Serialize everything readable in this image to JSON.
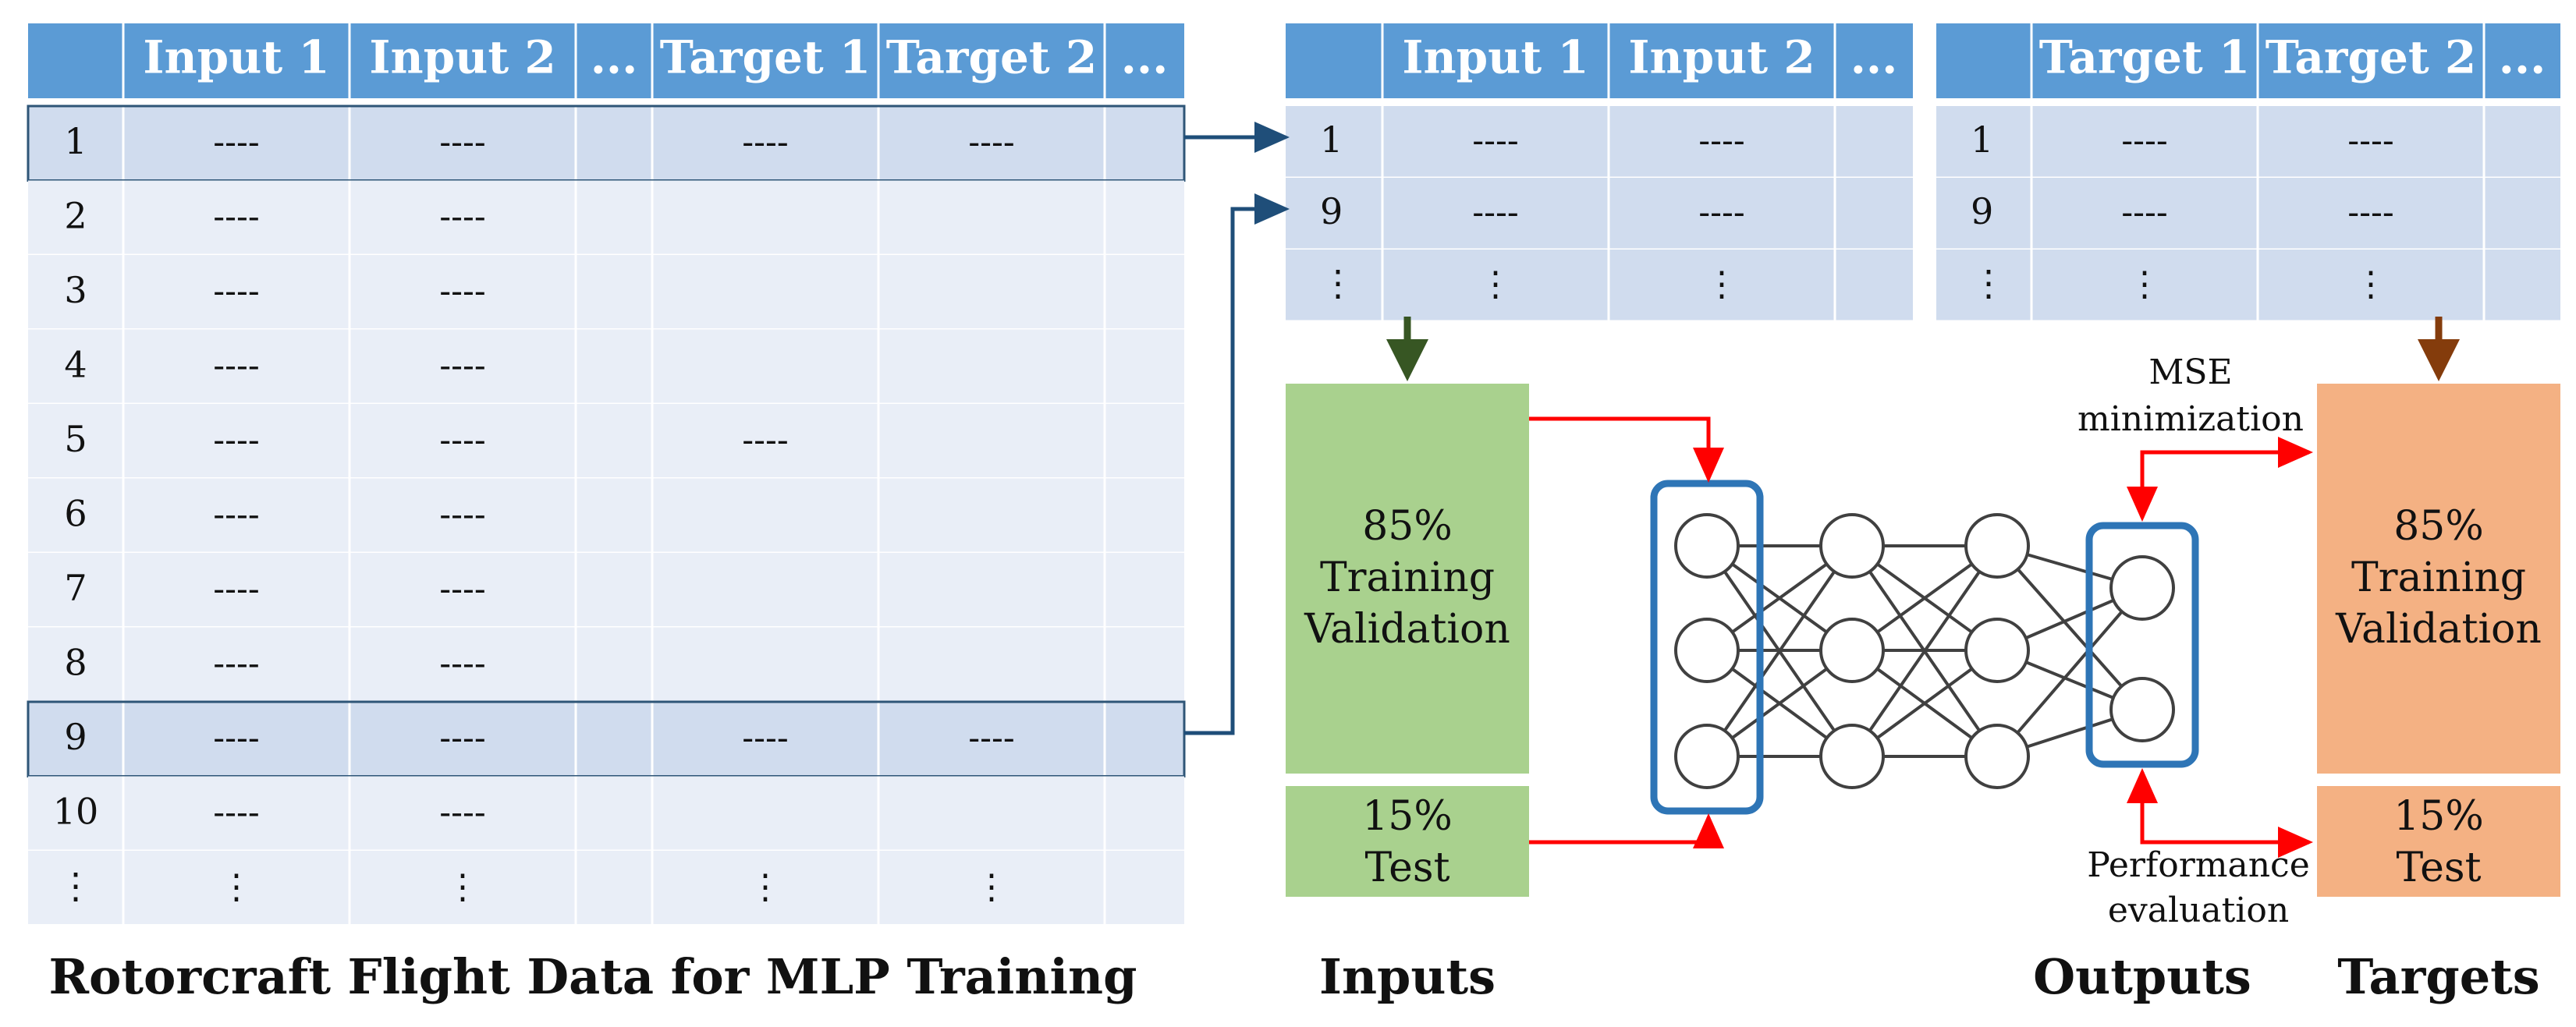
{
  "main_table": {
    "headers": [
      "",
      "Input 1",
      "Input 2",
      "...",
      "Target 1",
      "Target 2",
      "..."
    ],
    "rows": [
      [
        "1",
        "----",
        "----",
        "",
        "----",
        "----",
        ""
      ],
      [
        "2",
        "----",
        "----",
        "",
        "",
        "",
        ""
      ],
      [
        "3",
        "----",
        "----",
        "",
        "",
        "",
        ""
      ],
      [
        "4",
        "----",
        "----",
        "",
        "",
        "",
        ""
      ],
      [
        "5",
        "----",
        "----",
        "",
        "----",
        "",
        ""
      ],
      [
        "6",
        "----",
        "----",
        "",
        "",
        "",
        ""
      ],
      [
        "7",
        "----",
        "----",
        "",
        "",
        "",
        ""
      ],
      [
        "8",
        "----",
        "----",
        "",
        "",
        "",
        ""
      ],
      [
        "9",
        "----",
        "----",
        "",
        "----",
        "----",
        ""
      ],
      [
        "10",
        "----",
        "----",
        "",
        "",
        "",
        ""
      ],
      [
        "⋮",
        "⋮",
        "⋮",
        "",
        "⋮",
        "⋮",
        ""
      ]
    ],
    "highlighted_rows": [
      0,
      8
    ],
    "caption": "Rotorcraft Flight Data for MLP Training"
  },
  "inputs_table": {
    "headers": [
      "",
      "Input 1",
      "Input 2",
      "..."
    ],
    "rows": [
      [
        "1",
        "----",
        "----",
        ""
      ],
      [
        "9",
        "----",
        "----",
        ""
      ],
      [
        "⋮",
        "⋮",
        "⋮",
        ""
      ]
    ]
  },
  "targets_table": {
    "headers": [
      "",
      "Target 1",
      "Target 2",
      "..."
    ],
    "rows": [
      [
        "1",
        "----",
        "----",
        ""
      ],
      [
        "9",
        "----",
        "----",
        ""
      ],
      [
        "⋮",
        "⋮",
        "⋮",
        ""
      ]
    ]
  },
  "inputs_boxes": {
    "train": [
      "85%",
      "Training",
      "Validation"
    ],
    "test": [
      "15%",
      "Test"
    ]
  },
  "targets_boxes": {
    "train": [
      "85%",
      "Training",
      "Validation"
    ],
    "test": [
      "15%",
      "Test"
    ]
  },
  "annotations": {
    "mse": [
      "MSE",
      "minimization"
    ],
    "perf": [
      "Performance",
      "evaluation"
    ]
  },
  "captions": {
    "inputs": "Inputs",
    "outputs": "Outputs",
    "targets": "Targets"
  },
  "network": {
    "layers": [
      3,
      3,
      3,
      2
    ]
  },
  "colors": {
    "header": "#5b9bd5",
    "row_light": "#e9eef7",
    "row_band": "#d0dcee",
    "highlight_border": "#2e5577",
    "inputs_green": "#a9d18e",
    "targets_orange": "#f4b183",
    "red_arrow": "#ff0000",
    "green_arrow": "#375623",
    "brown_arrow": "#843c0c",
    "blue_arrow": "#1f4e79",
    "net_box": "#2e75b6",
    "node_line": "#404040"
  }
}
